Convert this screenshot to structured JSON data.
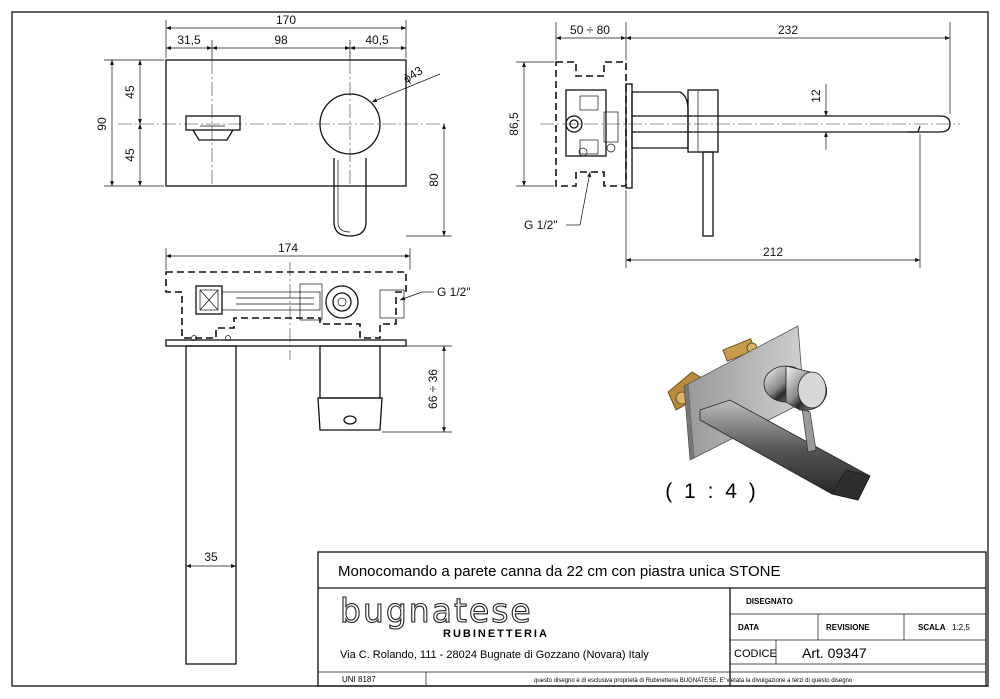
{
  "dims": {
    "front_total": "170",
    "front_left": "31,5",
    "front_mid": "98",
    "front_right": "40,5",
    "front_diam": "ϕ43",
    "front_height": "90",
    "front_half_top": "45",
    "front_half_bottom": "45",
    "front_lever": "80",
    "side_wall": "50 ÷ 80",
    "side_total": "232",
    "side_height": "86,5",
    "side_spout_h": "12",
    "side_spout_len": "212",
    "side_thread": "G 1/2\"",
    "top_total": "174",
    "top_thread": "G 1/2\"",
    "top_depth": "66 ÷ 36",
    "top_spout_w": "35"
  },
  "scale_label": "( 1 : 4 )",
  "title_block": {
    "title": "Monocomando a parete canna da 22 cm con piastra unica STONE",
    "brand": "bugnatese",
    "brand_sub": "RUBINETTERIA",
    "address": "Via C. Rolando, 111 - 28024 Bugnate di Gozzano (Novara) Italy",
    "disegnato_label": "DISEGNATO",
    "data_label": "DATA",
    "revisione_label": "REVISIONE",
    "scala_label": "SCALA",
    "scala_value": "1:2,5",
    "codice_label": "CODICE",
    "codice_value": "Art. 09347",
    "uni": "UNI 8187",
    "notice": "questo disegno è di esclusiva proprietà di Rubinetteria BUGNATESE. E' vietata la divulgazione a terzi di questo disegno"
  }
}
